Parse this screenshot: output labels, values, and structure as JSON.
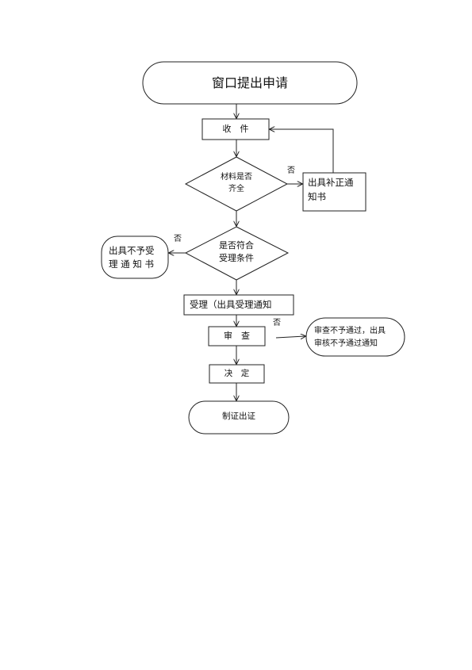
{
  "flowchart": {
    "start": "窗口提出申请",
    "receive": "收　件",
    "decision_materials": "材料是否\n齐全",
    "no_label_1": "否",
    "supplement_notice": "出具补正通\n知书",
    "decision_conditions": "是否符合\n受理条件",
    "no_label_2": "否",
    "reject_notice": "出具不予受\n理 通 知 书",
    "accept": "受理（出具受理通知",
    "review": "审　查",
    "no_label_3": "否",
    "review_fail": "审查不予通过，出具\n审核不予通过通知",
    "decide": "决　定",
    "certificate": "制证出证"
  }
}
